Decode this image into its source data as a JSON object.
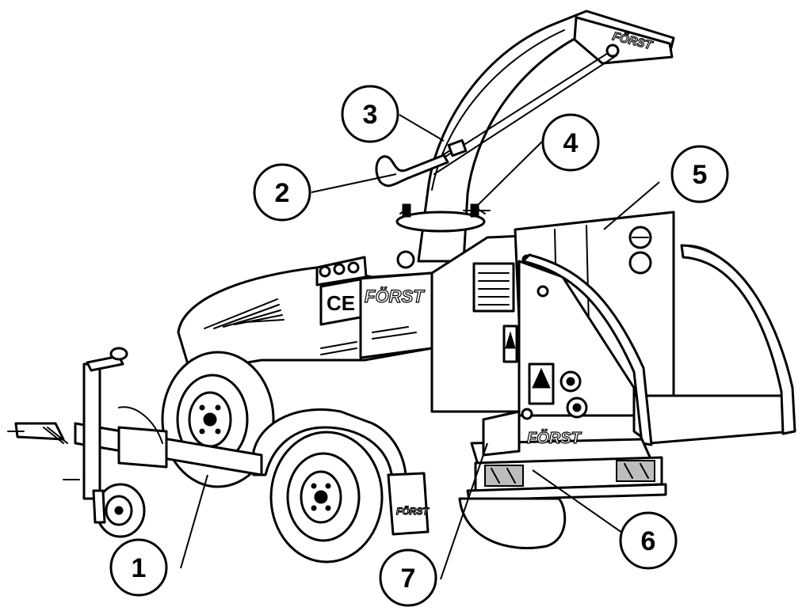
{
  "brand_text": "FÖRST",
  "ce_mark": "CE",
  "callouts": [
    {
      "id": 1,
      "label": "1"
    },
    {
      "id": 2,
      "label": "2"
    },
    {
      "id": 3,
      "label": "3"
    },
    {
      "id": 4,
      "label": "4"
    },
    {
      "id": 5,
      "label": "5"
    },
    {
      "id": 6,
      "label": "6"
    },
    {
      "id": 7,
      "label": "7"
    }
  ],
  "colors": {
    "line": "#000000",
    "background": "#ffffff",
    "shade": "#bdbdbd"
  }
}
